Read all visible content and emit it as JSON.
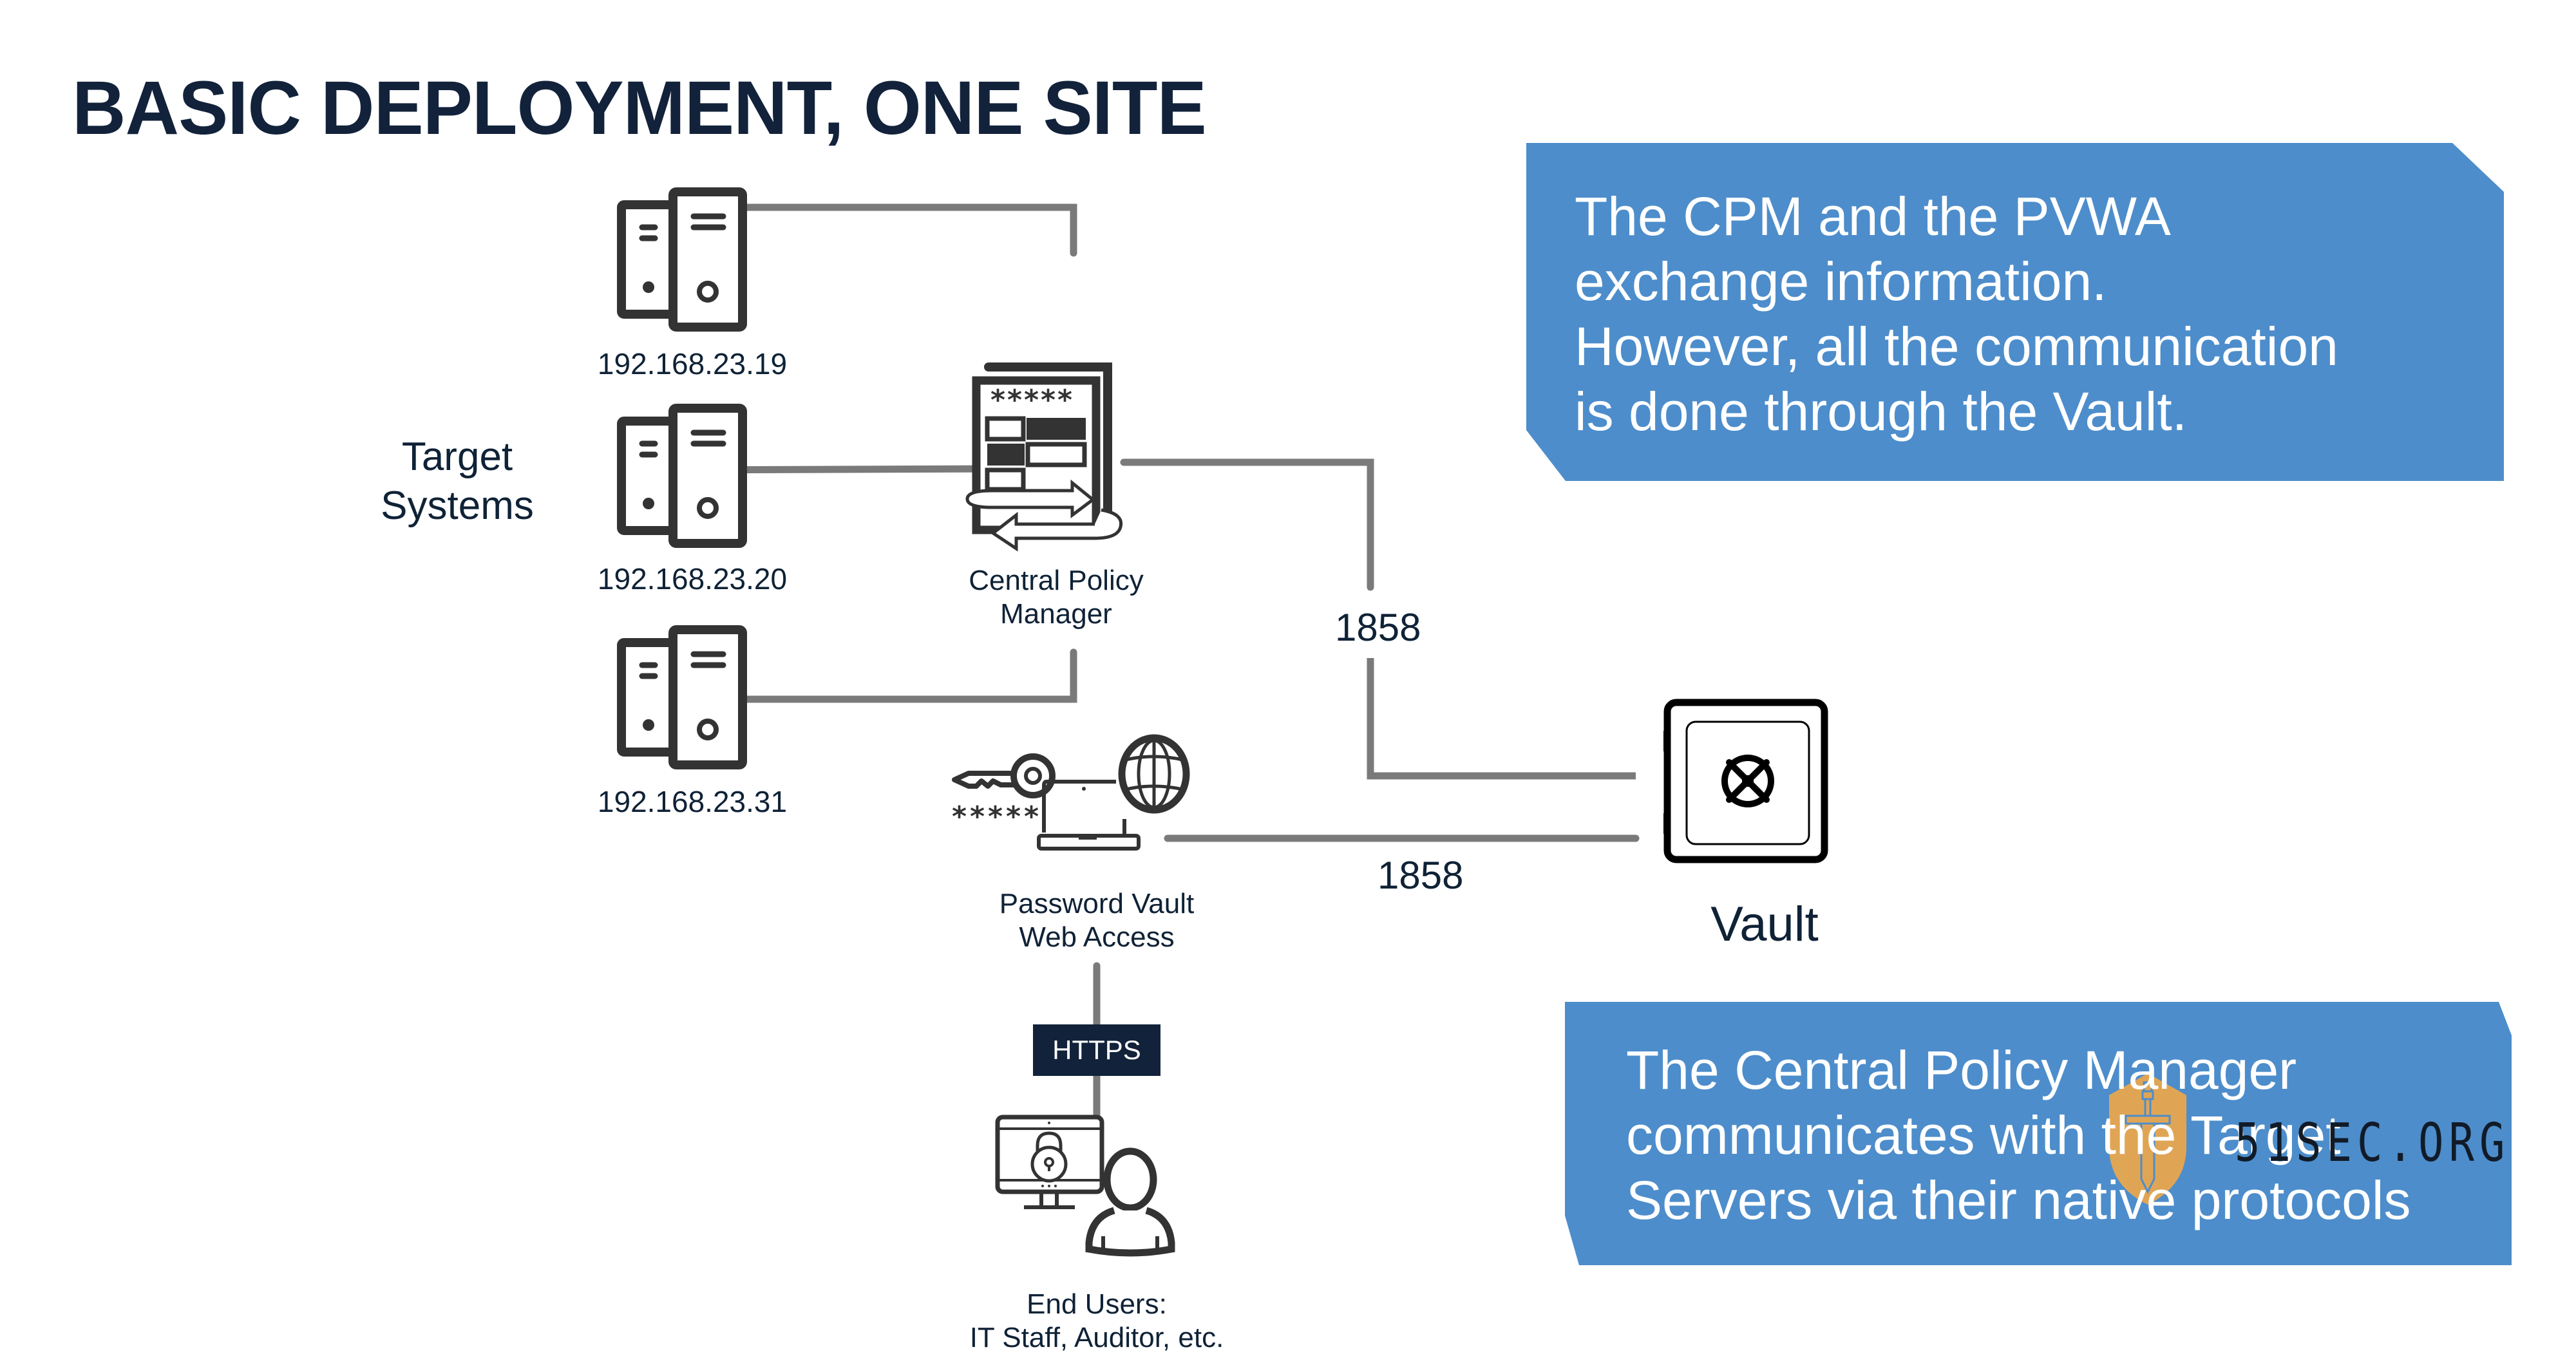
{
  "slide": {
    "title": "BASIC DEPLOYMENT, ONE SITE"
  },
  "target_systems": {
    "group_label_line1": "Target",
    "group_label_line2": "Systems",
    "servers": [
      {
        "ip": "192.168.23.19",
        "icon": "server-icon"
      },
      {
        "ip": "192.168.23.20",
        "icon": "server-icon"
      },
      {
        "ip": "192.168.23.31",
        "icon": "server-icon"
      }
    ]
  },
  "cpm": {
    "label_line1": "Central Policy",
    "label_line2": "Manager",
    "icon": "policy-document-sync-icon",
    "masked_text": "*****"
  },
  "pvwa": {
    "label_line1": "Password Vault",
    "label_line2": "Web Access",
    "icons": [
      "key-icon",
      "laptop-icon",
      "globe-icon"
    ],
    "masked_text": "*****"
  },
  "end_users": {
    "label_line1": "End Users:",
    "label_line2": "IT Staff, Auditor, etc.",
    "icons": [
      "monitor-lock-icon",
      "user-icon"
    ]
  },
  "vault": {
    "label": "Vault",
    "icon": "safe-icon"
  },
  "connections": {
    "cpm_to_vault_port": "1858",
    "pvwa_to_vault_port": "1858",
    "pvwa_to_users_protocol": "HTTPS"
  },
  "callouts": {
    "top": {
      "lines": [
        "The CPM and the PVWA",
        "exchange information.",
        "However, all the communication",
        "is done through the Vault."
      ]
    },
    "bottom": {
      "lines": [
        "The Central Policy Manager",
        "communicates with the Target",
        "Servers via their native protocols"
      ]
    }
  },
  "watermark": {
    "text": "51SEC.ORG",
    "icon": "shield-sword-icon"
  },
  "colors": {
    "title": "#12223a",
    "callout_fill": "#4d8dcb",
    "connector": "#7a7a7a",
    "icon_stroke": "#333333",
    "badge_fill": "#12223a",
    "watermark_shield": "#f0a848"
  }
}
